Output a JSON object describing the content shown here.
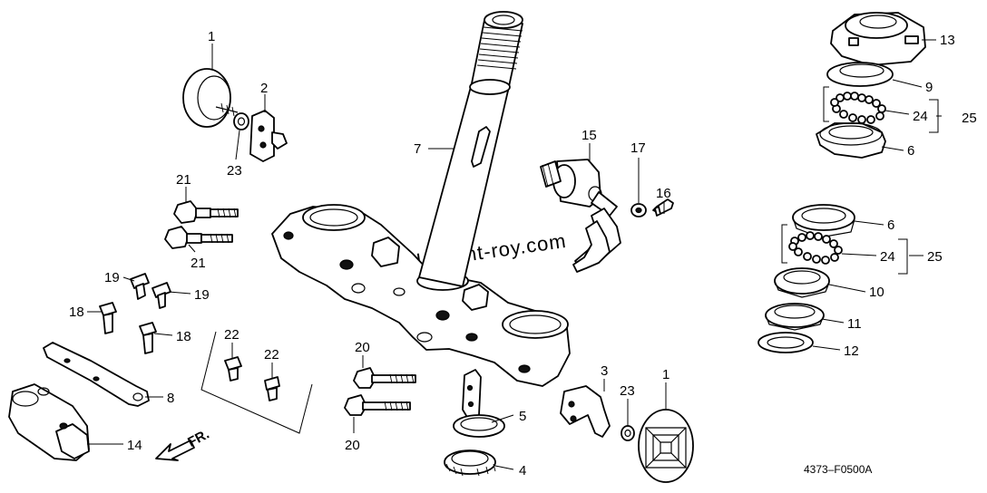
{
  "diagram": {
    "watermark": "www.laurent-roy.com",
    "figure_code": "4373–F0500A",
    "direction_label": "FR.",
    "callouts": {
      "c1a": "1",
      "c1b": "1",
      "c2": "2",
      "c3": "3",
      "c4": "4",
      "c5": "5",
      "c6a": "6",
      "c6b": "6",
      "c7": "7",
      "c8": "8",
      "c9": "9",
      "c10": "10",
      "c11": "11",
      "c12": "12",
      "c13": "13",
      "c14": "14",
      "c15": "15",
      "c16": "16",
      "c17": "17",
      "c18a": "18",
      "c18b": "18",
      "c19a": "19",
      "c19b": "19",
      "c20a": "20",
      "c20b": "20",
      "c21a": "21",
      "c21b": "21",
      "c22a": "22",
      "c22b": "22",
      "c23a": "23",
      "c23b": "23",
      "c24a": "24",
      "c24b": "24",
      "c25a": "25",
      "c25b": "25"
    }
  }
}
